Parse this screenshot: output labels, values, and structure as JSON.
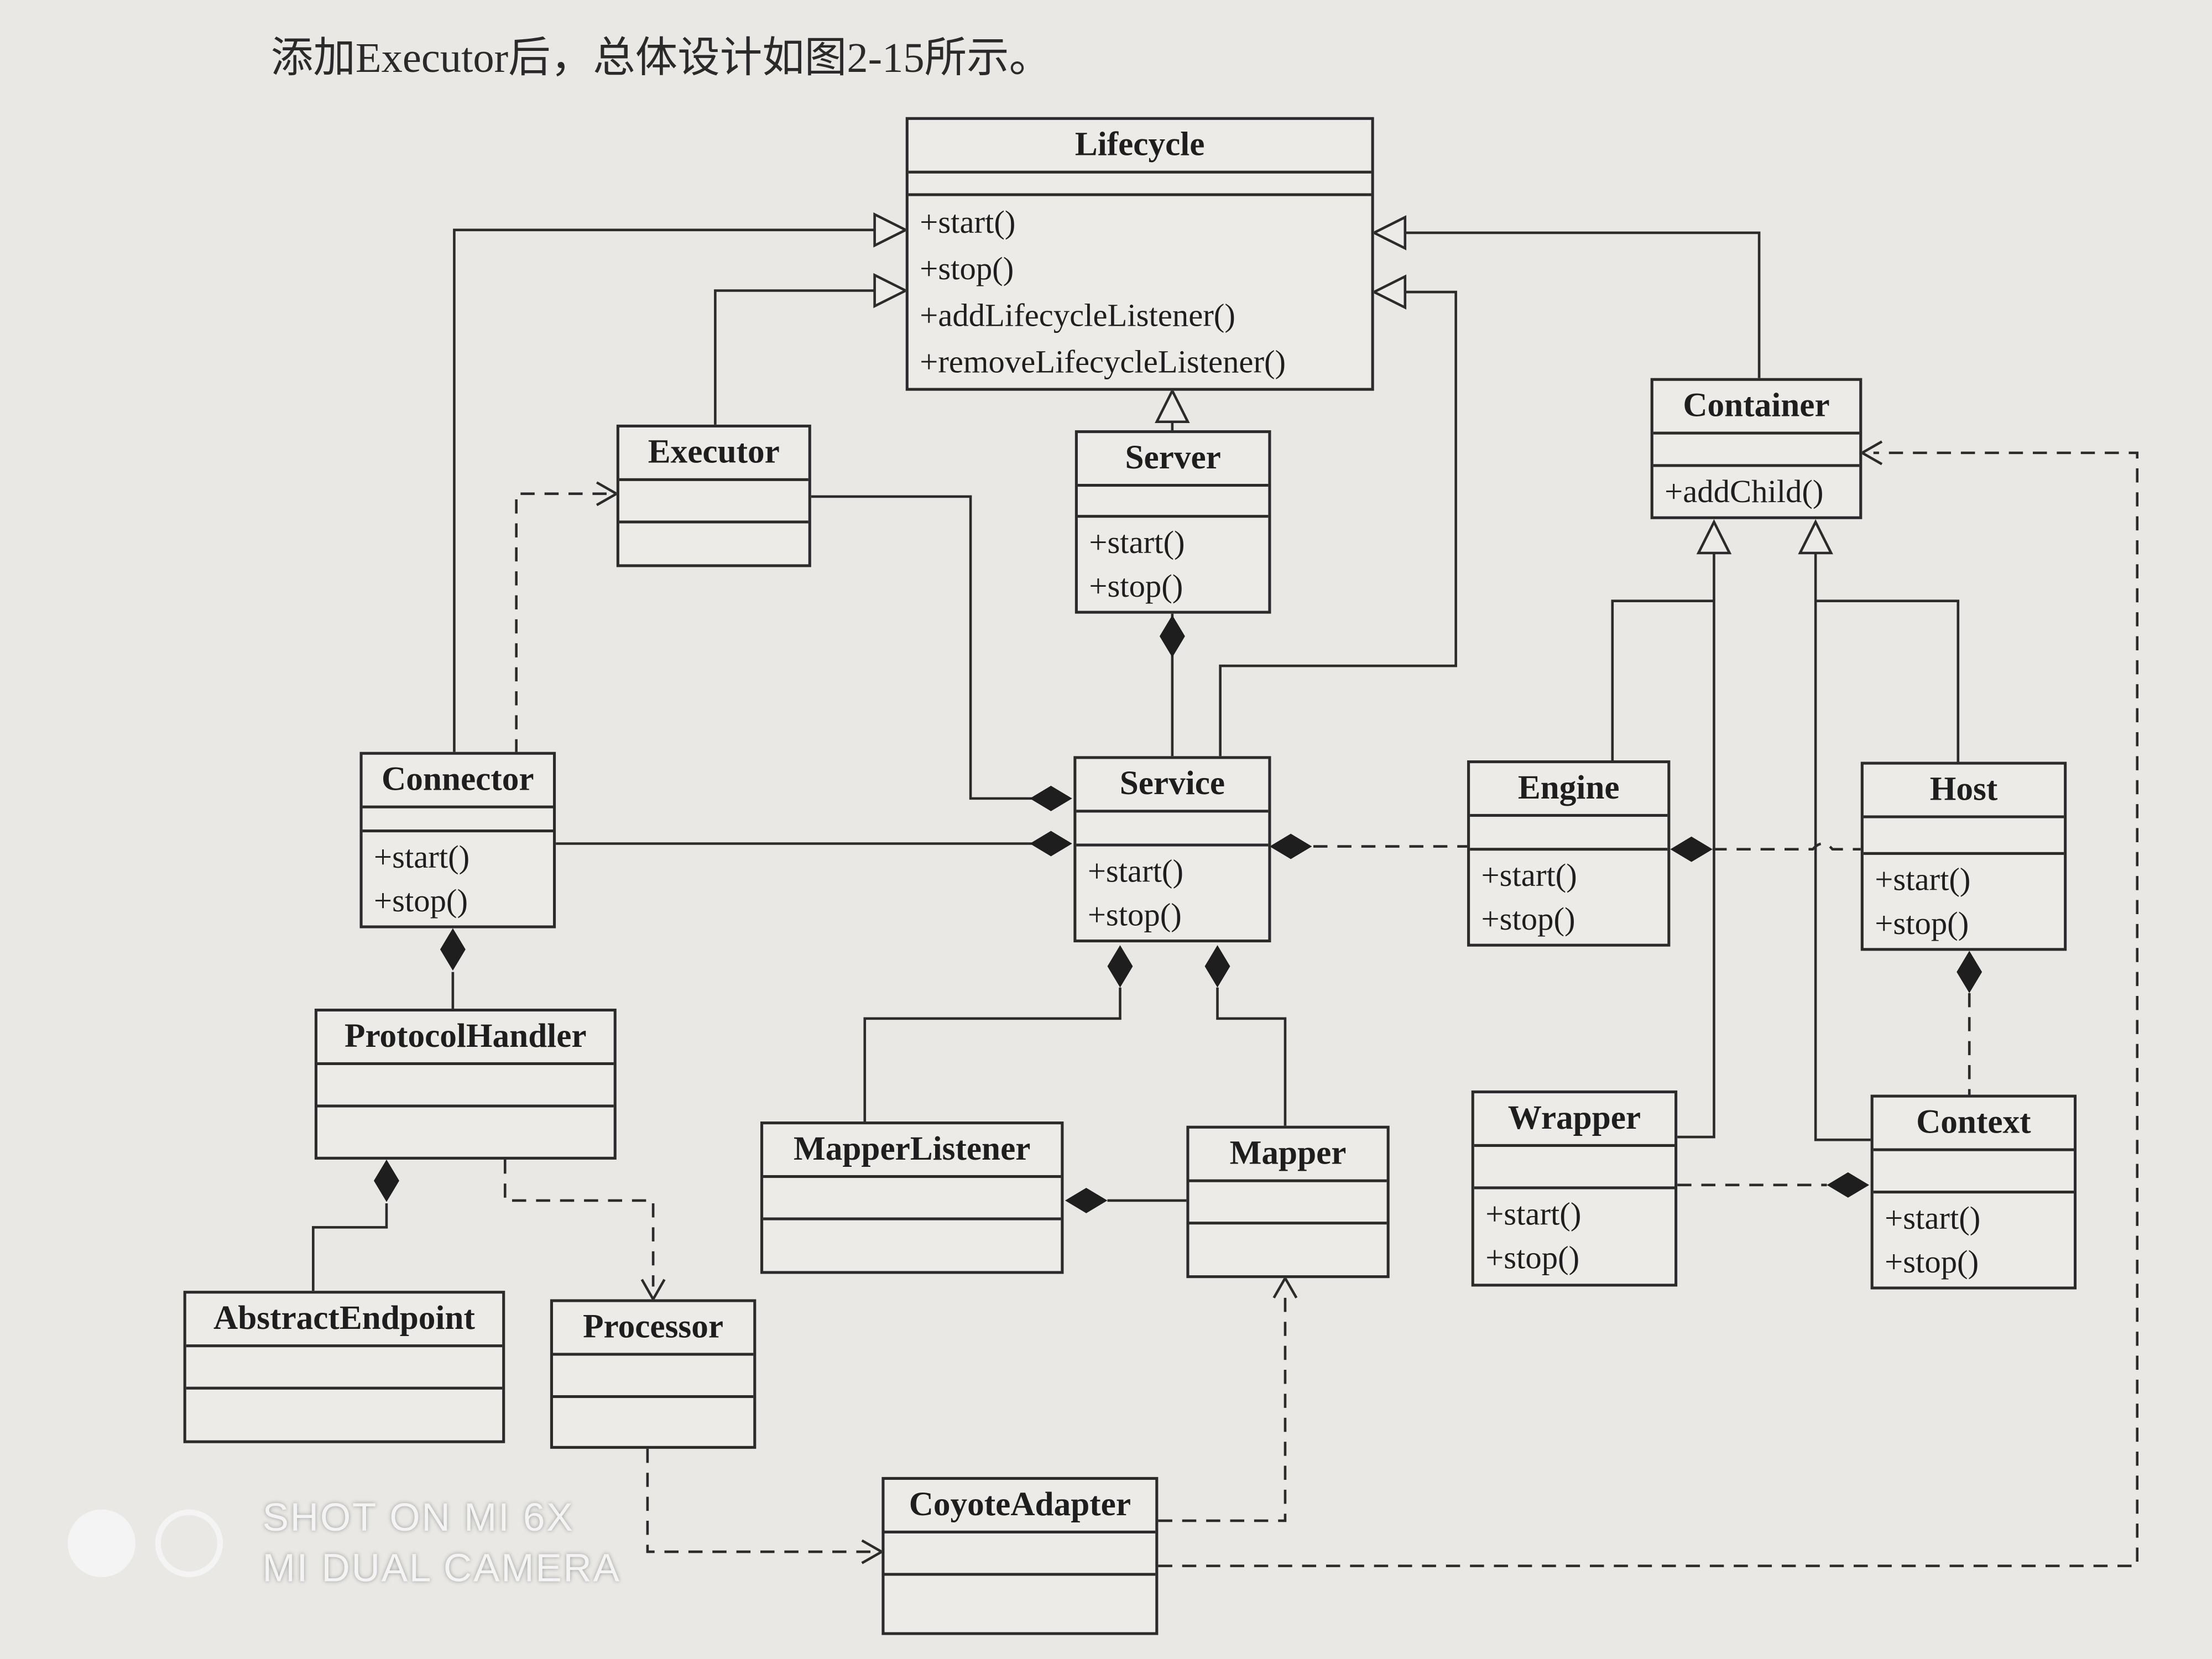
{
  "caption": "添加Executor后，总体设计如图2-15所示。",
  "classes": {
    "lifecycle": {
      "name": "Lifecycle",
      "ops": [
        "+start()",
        "+stop()",
        "+addLifecycleListener()",
        "+removeLifecycleListener()"
      ]
    },
    "executor": {
      "name": "Executor",
      "ops": []
    },
    "server": {
      "name": "Server",
      "ops": [
        "+start()",
        "+stop()"
      ]
    },
    "container": {
      "name": "Container",
      "ops": [
        "+addChild()"
      ]
    },
    "connector": {
      "name": "Connector",
      "ops": [
        "+start()",
        "+stop()"
      ]
    },
    "service": {
      "name": "Service",
      "ops": [
        "+start()",
        "+stop()"
      ]
    },
    "engine": {
      "name": "Engine",
      "ops": [
        "+start()",
        "+stop()"
      ]
    },
    "host": {
      "name": "Host",
      "ops": [
        "+start()",
        "+stop()"
      ]
    },
    "protocolhandler": {
      "name": "ProtocolHandler",
      "ops": []
    },
    "mapperlistener": {
      "name": "MapperListener",
      "ops": []
    },
    "mapper": {
      "name": "Mapper",
      "ops": []
    },
    "wrapper": {
      "name": "Wrapper",
      "ops": [
        "+start()",
        "+stop()"
      ]
    },
    "context": {
      "name": "Context",
      "ops": [
        "+start()",
        "+stop()"
      ]
    },
    "abstractendpoint": {
      "name": "AbstractEndpoint",
      "ops": []
    },
    "processor": {
      "name": "Processor",
      "ops": []
    },
    "coyoteadapter": {
      "name": "CoyoteAdapter",
      "ops": []
    }
  },
  "watermark": {
    "line1": "SHOT ON MI 6X",
    "line2": "MI DUAL CAMERA"
  }
}
